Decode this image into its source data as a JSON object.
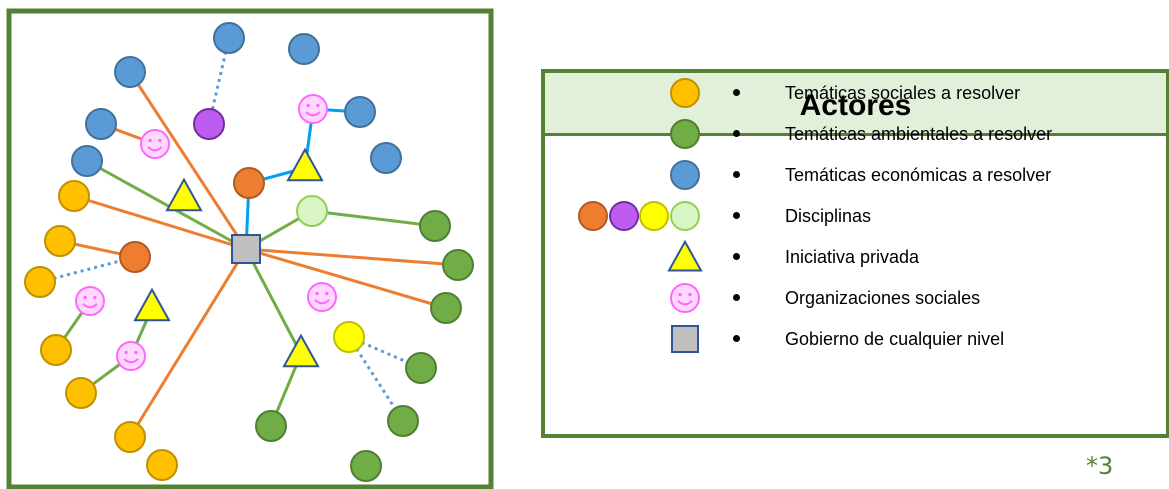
{
  "legend": {
    "title": "Actores",
    "items": [
      {
        "label": "Temáticas sociales a resolver",
        "icon": "orange-circle-icon"
      },
      {
        "label": "Temáticas ambientales a resolver",
        "icon": "green-circle-icon"
      },
      {
        "label": "Temáticas económicas a resolver",
        "icon": "blue-circle-icon"
      },
      {
        "label": "Disciplinas",
        "icon": "discipline-circles-icon"
      },
      {
        "label": "Iniciativa privada",
        "icon": "yellow-triangle-icon"
      },
      {
        "label": "Organizaciones sociales",
        "icon": "smiley-face-icon"
      },
      {
        "label": "Gobierno de cualquier nivel",
        "icon": "gray-square-icon"
      }
    ]
  },
  "footnote": "*3",
  "colors": {
    "frame": "#548235",
    "social": "#ffc000",
    "ambiental": "#70ad47",
    "economica": "#5b9bd5",
    "disciplina_orange": "#ed7d31",
    "disciplina_purple": "#bf5cf0",
    "disciplina_yellow": "#ffff00",
    "disciplina_lightgreen": "#d9f5c8",
    "privada": "#ffff00",
    "organizacion": "#ff66ff",
    "gobierno": "#bfbfbf",
    "link_orange": "#ed7d31",
    "link_green": "#70ad47",
    "link_blue": "#00a0f0",
    "link_dotted": "#5b9bd5"
  }
}
